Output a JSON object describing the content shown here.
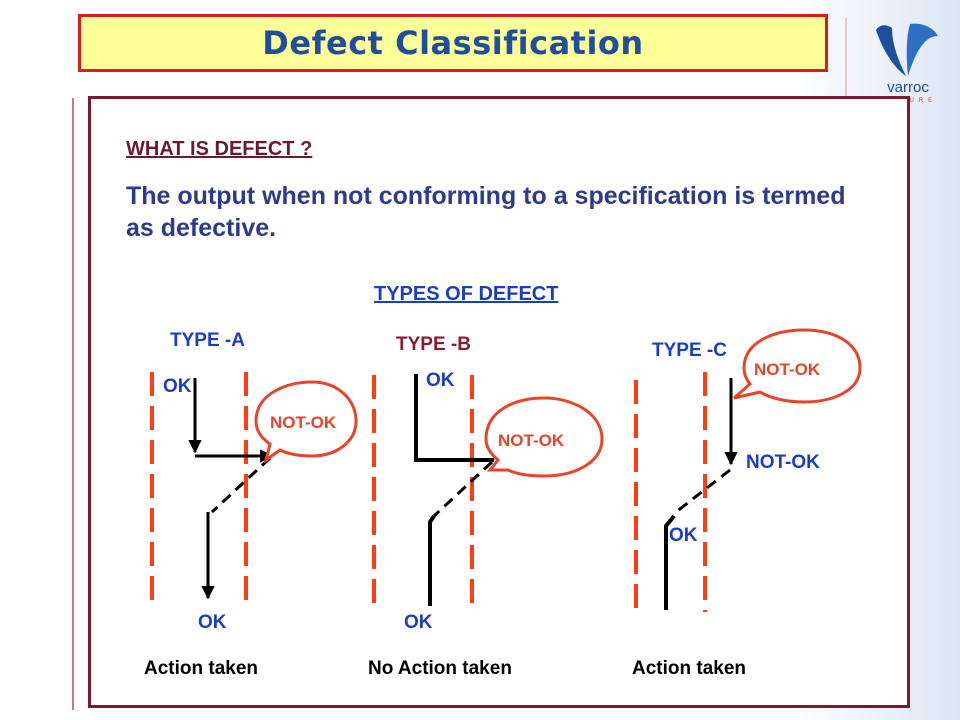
{
  "title": "Defect Classification",
  "logo": {
    "brand": "varroc",
    "tagline": "FUTURE"
  },
  "heading": "WHAT IS DEFECT ?",
  "definition": "The output when not conforming to a specification is termed as defective.",
  "types_heading": "TYPES OF DEFECT",
  "types": [
    {
      "name": "TYPE -A",
      "ok_top": "OK",
      "not_ok": "NOT-OK",
      "ok_bottom": "OK",
      "caption": "Action taken"
    },
    {
      "name": "TYPE -B",
      "ok_top": "OK",
      "not_ok": "NOT-OK",
      "ok_bottom": "OK",
      "caption": "No Action taken"
    },
    {
      "name": "TYPE -C",
      "not_ok_bubble": "NOT-OK",
      "not_ok": "NOT-OK",
      "ok": "OK",
      "caption": "Action taken"
    }
  ],
  "colors": {
    "title_text": "#1f4e9a",
    "title_bg": "#ffff99",
    "title_border": "#e01b1b",
    "label_blue": "#1c3cc8",
    "type_b_label": "#8b1a2e",
    "spec_line": "#ff3c14",
    "bubble": "#e8442a",
    "frame": "#7a1a2a"
  }
}
